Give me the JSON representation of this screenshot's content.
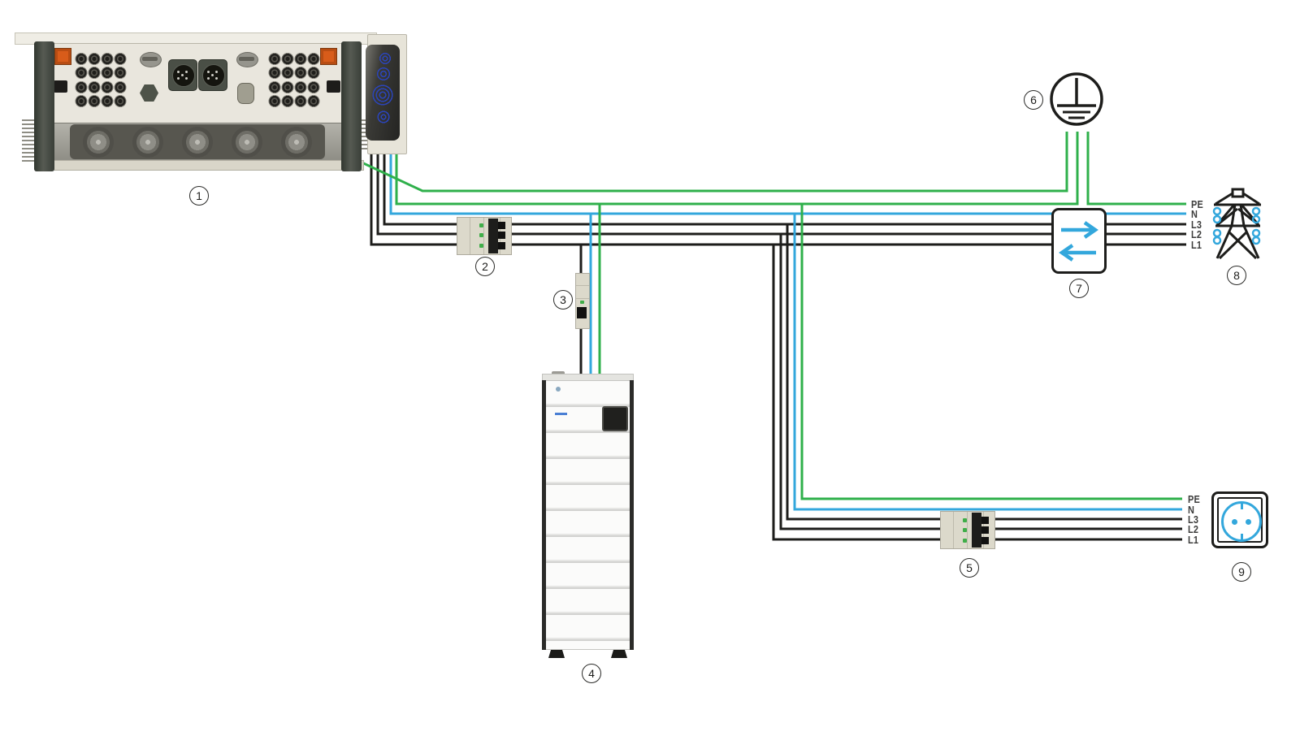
{
  "colors": {
    "pe_green": "#2fb04b",
    "neutral_blue": "#33a7dc",
    "line_black": "#1d1d1b",
    "connector_blue": "#2b44b8",
    "indicator_green": "#3fae49",
    "led_blue": "#4a7fd4",
    "comm_orange": "#d85c1a",
    "label_gray": "#3d3d3c"
  },
  "callouts": {
    "inverter": "1",
    "ac_breaker": "2",
    "battery_breaker": "3",
    "battery": "4",
    "backup_breaker": "5",
    "ground_bar": "6",
    "energy_meter": "7",
    "power_grid": "8",
    "backup_socket": "9"
  },
  "wire_labels": {
    "grid": [
      "PE",
      "N",
      "L3",
      "L2",
      "L1"
    ],
    "socket": [
      "PE",
      "N",
      "L3",
      "L2",
      "L1"
    ]
  }
}
